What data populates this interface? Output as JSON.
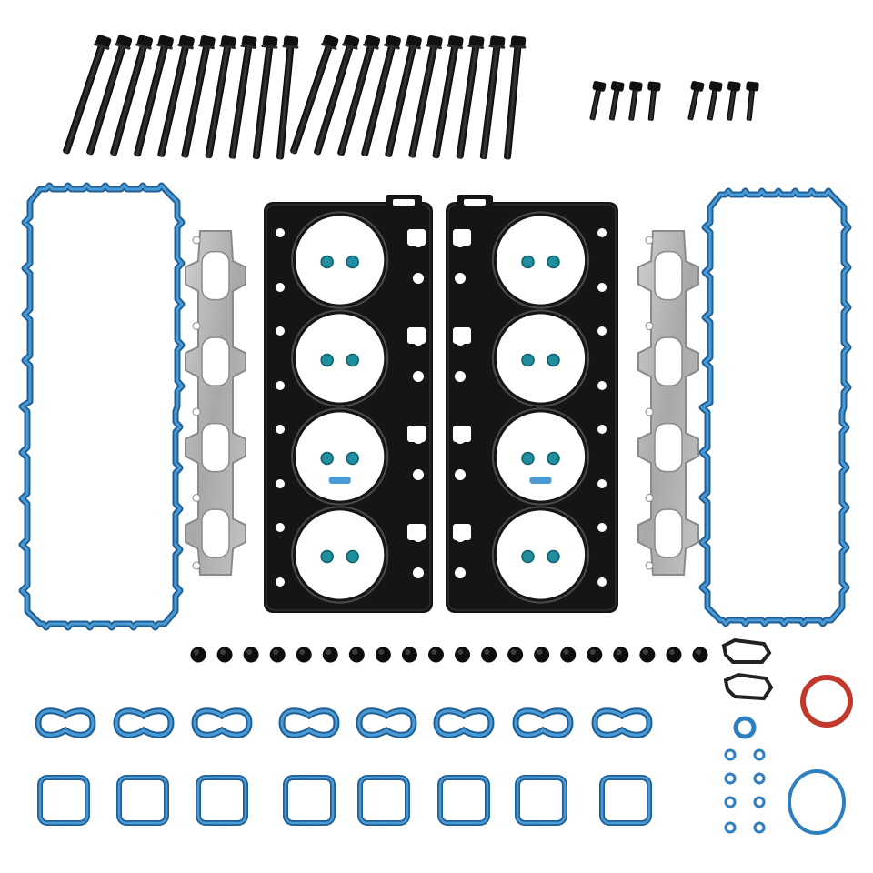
{
  "colors": {
    "background": "#ffffff",
    "gasket_black": "#151515",
    "bolt_black": "#111111",
    "seal_blue": "#2e7fc0",
    "seal_blue_dark": "#1f5f95",
    "seal_blue_light": "#4a9ad6",
    "exhaust_gasket_gray": "#b9b9b9",
    "exhaust_gasket_dark": "#8a8a8a",
    "teal_seal": "#1f8fa0",
    "red_oring": "#c0392b",
    "cylinder_white": "#ffffff"
  },
  "counts": {
    "long_head_bolts_per_group": 10,
    "short_bolts_per_group": 4,
    "valve_stem_seals": 20,
    "intake_figure8_gaskets": 8,
    "square_port_gaskets": 8,
    "cylinders_per_head_gasket": 4
  }
}
